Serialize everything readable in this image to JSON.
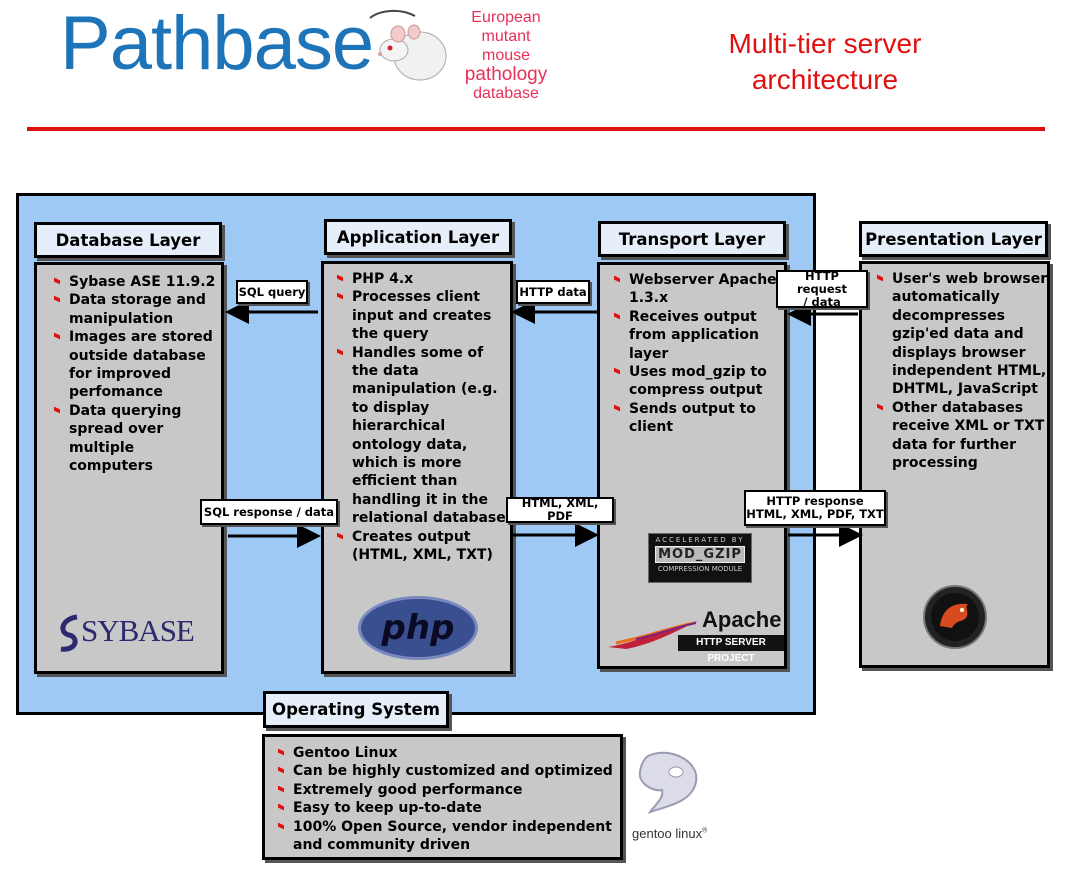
{
  "header": {
    "logo_text": "Pathbase",
    "tagline": [
      "European",
      "mutant",
      "mouse",
      "pathology",
      "database"
    ],
    "title_line1": "Multi-tier server",
    "title_line2": "architecture"
  },
  "colors": {
    "brand_blue": "#1d74b8",
    "title_red": "#e01010",
    "tagline_pink": "#e8305a",
    "panel_blue": "#9ec9f5",
    "box_gray": "#c8c8c8"
  },
  "layers": {
    "database": {
      "title": "Database Layer",
      "items": [
        "Sybase ASE 11.9.2",
        "Data storage and manipulation",
        "Images are stored outside database for improved perfomance",
        "Data querying spread over multiple computers"
      ],
      "logo": "SYBASE"
    },
    "application": {
      "title": "Application Layer",
      "items": [
        "PHP 4.x",
        "Processes client input and creates the query",
        "Handles some of the data manipulation (e.g. to display hierarchical ontology data, which is more efficient than handling it in the relational database",
        "Creates output (HTML, XML, TXT)"
      ],
      "logo": "php"
    },
    "transport": {
      "title": "Transport Layer",
      "items": [
        "Webserver Apache 1.3.x",
        "Receives output from application layer",
        "Uses mod_gzip to compress output",
        "Sends output to client"
      ],
      "badge_top": "ACCELERATED BY",
      "badge_main": "MOD_GZIP",
      "badge_bottom": "COMPRESSION MODULE",
      "apache_name": "Apache",
      "apache_sub": "HTTP SERVER PROJECT"
    },
    "presentation": {
      "title": "Presentation Layer",
      "items": [
        "User's web browser automatically decompresses gzip'ed data and displays browser independent HTML, DHTML, JavaScript",
        "Other databases receive XML or TXT data for further processing"
      ],
      "icon": "mozilla-icon"
    },
    "os": {
      "title": "Operating System",
      "items": [
        "Gentoo Linux",
        "Can be highly customized and optimized",
        "Extremely good performance",
        "Easy to keep up-to-date",
        "100% Open Source,  vendor independent and community driven"
      ],
      "logo_text": "gentoo linux",
      "logo_mark": "®"
    }
  },
  "arrows": {
    "sql_query": "SQL query",
    "http_data": "HTTP data",
    "http_request_line1": "HTTP request",
    "http_request_line2": "/ data",
    "sql_response": "SQL response / data",
    "html_xml_pdf": "HTML, XML, PDF",
    "http_response_line1": "HTTP response",
    "http_response_line2": "HTML, XML, PDF, TXT"
  }
}
